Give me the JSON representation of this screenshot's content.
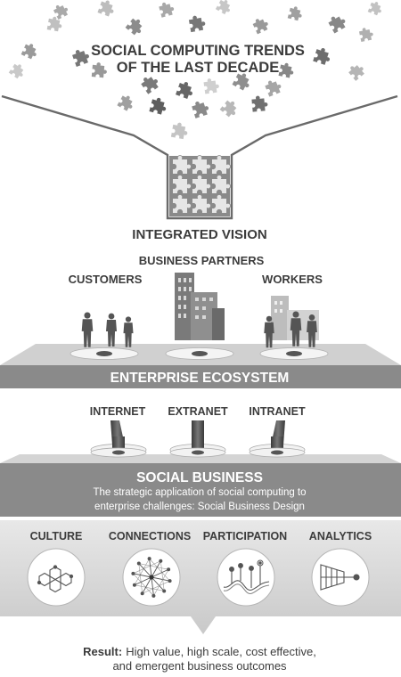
{
  "title": [
    "SOCIAL COMPUTING TRENDS",
    "OF THE LAST DECADE"
  ],
  "integrated_vision": "INTEGRATED VISION",
  "stakeholders": {
    "customers": "CUSTOMERS",
    "business_partners": "BUSINESS PARTNERS",
    "workers": "WORKERS"
  },
  "enterprise_ecosystem": "ENTERPRISE ECOSYSTEM",
  "networks": [
    "INTERNET",
    "EXTRANET",
    "INTRANET"
  ],
  "social_business": {
    "title": "SOCIAL BUSINESS",
    "description": [
      "The strategic application of social computing to",
      "enterprise challenges: Social Business Design"
    ]
  },
  "pillars": [
    {
      "label": "CULTURE",
      "icon": "hexagon-cluster-icon"
    },
    {
      "label": "CONNECTIONS",
      "icon": "network-hub-icon"
    },
    {
      "label": "PARTICIPATION",
      "icon": "participation-wave-icon"
    },
    {
      "label": "ANALYTICS",
      "icon": "analytics-funnel-icon"
    }
  ],
  "result": {
    "label": "Result:",
    "text_line1": "High value, high scale, cost effective,",
    "text_line2": "and emergent business outcomes"
  },
  "colors": {
    "dark": "#4d4d4d",
    "mid": "#8c8c8c",
    "light": "#c8c8c8",
    "lighter": "#e3e3e3",
    "white": "#ffffff"
  }
}
